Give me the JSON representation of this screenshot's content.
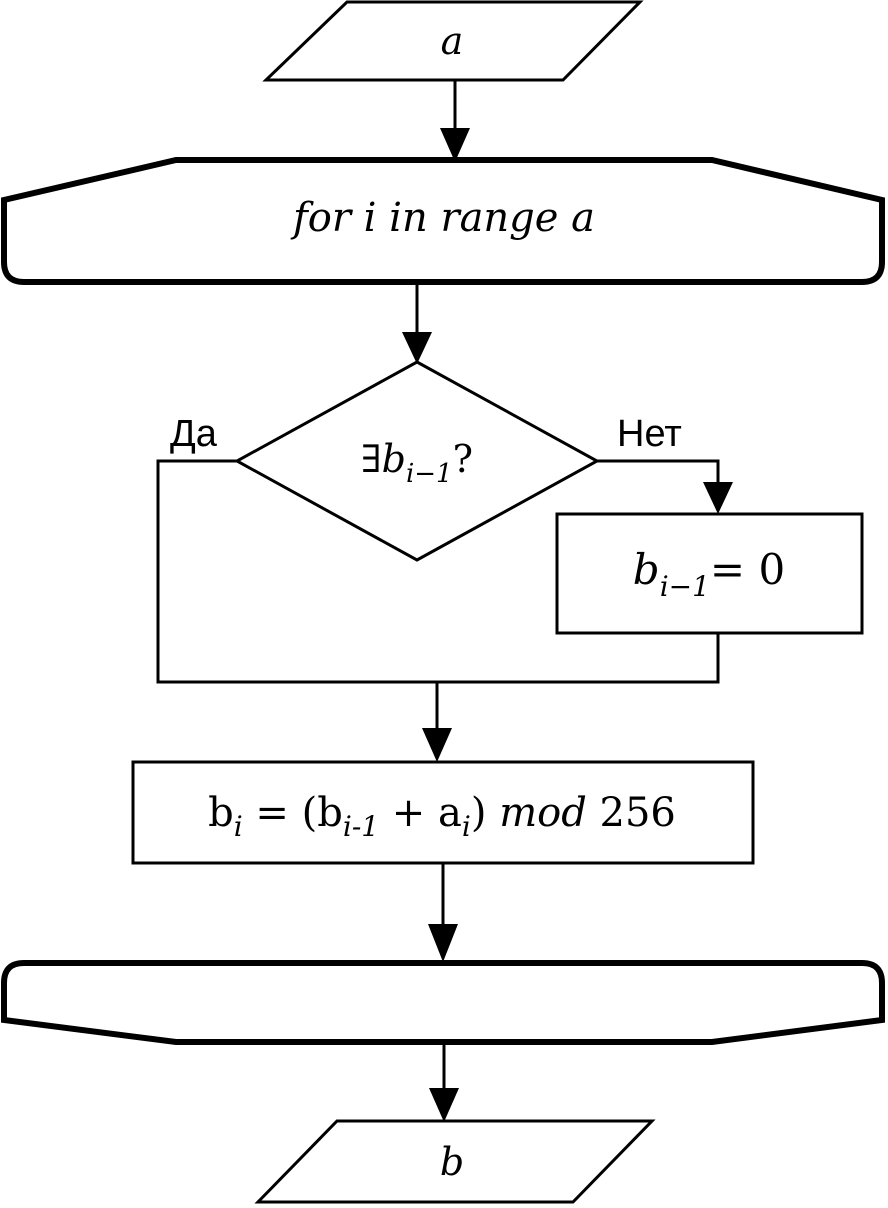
{
  "input": {
    "text": "a"
  },
  "loop_start": {
    "text": "for i in range a"
  },
  "loop_end": {
    "text": ""
  },
  "decision": {
    "exists": "∃",
    "var": "b",
    "sub": "i−1",
    "q": "?",
    "yes_label": "Да",
    "no_label": "Нет"
  },
  "init": {
    "var": "b",
    "sub": "i−1",
    "rhs": "= 0"
  },
  "calc": {
    "b": "b",
    "i": "i",
    "eq": " = (",
    "b2": "b",
    "sub2": "i-1",
    "plus": " + a",
    "i2": "i",
    "close": ") ",
    "mod": "mod",
    "num": " 256"
  },
  "output": {
    "text": "b"
  }
}
